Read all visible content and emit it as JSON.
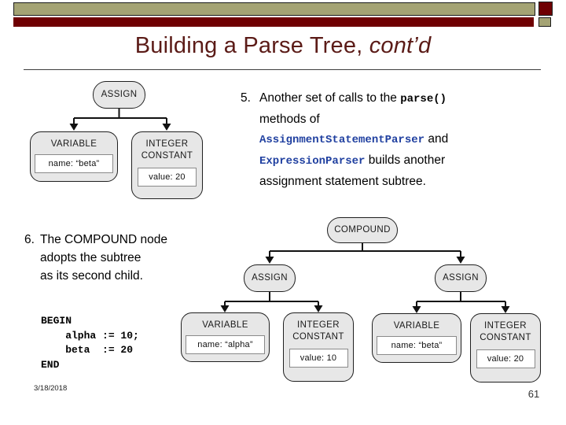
{
  "slide": {
    "title": {
      "main": "Building a Parse Tree, ",
      "suffix": "cont’d"
    },
    "footer": {
      "date": "3/18/2018",
      "page": "61"
    }
  },
  "colors": {
    "accent_tan": "#A4A374",
    "accent_maroon": "#6F0002",
    "title_text": "#5B1B17",
    "code_blue": "#2040A0",
    "node_fill": "#E7E7E7"
  },
  "item5": {
    "number": "5.",
    "segments": [
      {
        "text": "Another set of calls to the ",
        "style": "plain"
      },
      {
        "text": "parse()",
        "style": "mono"
      },
      {
        "style": "break"
      },
      {
        "text": "methods of",
        "style": "plain"
      },
      {
        "style": "break"
      },
      {
        "text": "AssignmentStatementParser",
        "style": "mono-blue"
      },
      {
        "text": " and",
        "style": "plain"
      },
      {
        "style": "break"
      },
      {
        "text": "ExpressionParser",
        "style": "mono-blue"
      },
      {
        "text": " builds another",
        "style": "plain"
      },
      {
        "style": "break"
      },
      {
        "text": "assignment statement subtree.",
        "style": "plain"
      }
    ]
  },
  "item6": {
    "number": "6.",
    "segments": [
      {
        "text": "The COMPOUND node",
        "style": "plain"
      },
      {
        "style": "break"
      },
      {
        "text": "adopts the subtree",
        "style": "plain"
      },
      {
        "style": "break"
      },
      {
        "text": "as its second child.",
        "style": "plain"
      }
    ]
  },
  "code_block": "BEGIN\n    alpha := 10;\n    beta  := 20\nEND",
  "tree_small": {
    "assign": "ASSIGN",
    "variable": {
      "label": "VARIABLE",
      "attr": "name: “beta”"
    },
    "integer_constant": {
      "label": "INTEGER CONSTANT",
      "attr": "value: 20"
    }
  },
  "tree_large": {
    "compound": "COMPOUND",
    "assign_left": "ASSIGN",
    "assign_right": "ASSIGN",
    "variable_left": {
      "label": "VARIABLE",
      "attr": "name: “alpha”"
    },
    "integer_constant_left": {
      "label": "INTEGER CONSTANT",
      "attr": "value: 10"
    },
    "variable_right": {
      "label": "VARIABLE",
      "attr": "name: “beta”"
    },
    "integer_constant_right": {
      "label": "INTEGER CONSTANT",
      "attr": "value: 20"
    }
  }
}
